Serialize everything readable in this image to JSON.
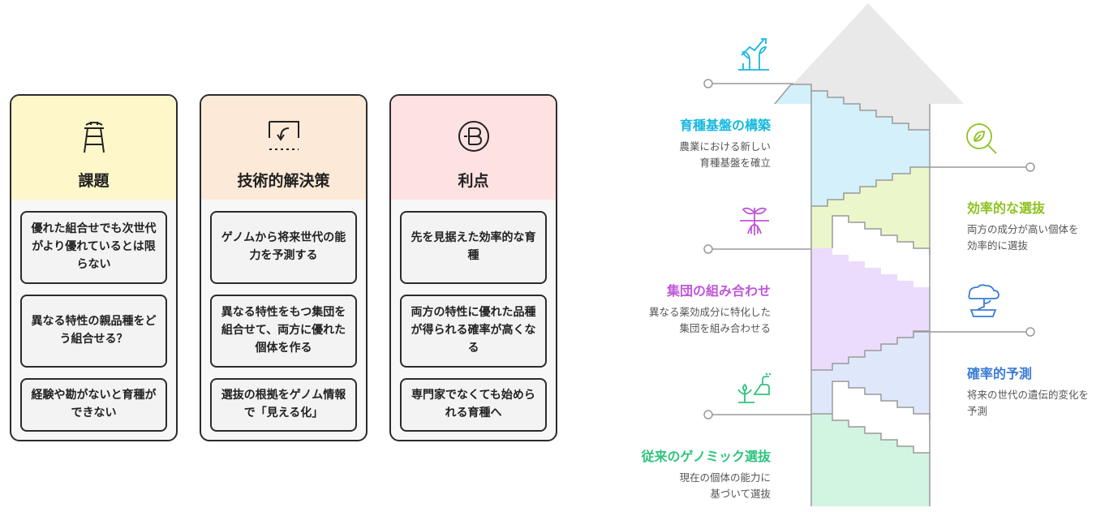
{
  "columns": [
    {
      "title": "課題",
      "icon": "ladder-icon",
      "tint": "#fdf7c9",
      "items": [
        "優れた組合せでも次世代がより優れているとは限らない",
        "異なる特性の親品種をどう組合せる？",
        "経験や勘がないと育種ができない"
      ]
    },
    {
      "title": "技術的解決策",
      "icon": "frame-arrow-icon",
      "tint": "#fde9d8",
      "items": [
        "ゲノムから将来世代の能力を予測する",
        "異なる特性をもつ集団を組合せて、両方に優れた個体を作る",
        "選抜の根拠をゲノム情報で「見える化」"
      ]
    },
    {
      "title": "利点",
      "icon": "b-circle-icon",
      "tint": "#fde2e1",
      "items": [
        "先を見据えた効率的な育種",
        "両方の特性に優れた品種が得られる確率が高くなる",
        "専門家でなくても始められる育種へ"
      ]
    }
  ],
  "steps": [
    {
      "title": "育種基盤の構築",
      "desc": [
        "農業における新しい",
        "育種基盤を確立"
      ],
      "color": "#17b8e0",
      "fill": "#d4f1fb",
      "icon": "seedling-growth-icon"
    },
    {
      "title": "効率的な選抜",
      "desc": [
        "両方の成分が高い個体を",
        "効率的に選抜"
      ],
      "color": "#8dc21f",
      "fill": "#ecf6cb",
      "icon": "leaf-search-icon"
    },
    {
      "title": "集団の組み合わせ",
      "desc": [
        "異なる薬効成分に特化した",
        "集団を組み合わせる"
      ],
      "color": "#c056d8",
      "fill": "#ecdcfb",
      "icon": "sprout-roots-icon"
    },
    {
      "title": "確率的予測",
      "desc": [
        "将来の世代の遺伝的変化を",
        "予測"
      ],
      "color": "#3a7bd5",
      "fill": "#dfe8fb",
      "icon": "bonsai-tree-icon"
    },
    {
      "title": "従来のゲノミック選抜",
      "desc": [
        "現在の個体の能力に",
        "基づいて選抜"
      ],
      "color": "#2fc47e",
      "fill": "#d2f5e1",
      "icon": "watering-plant-icon"
    }
  ]
}
